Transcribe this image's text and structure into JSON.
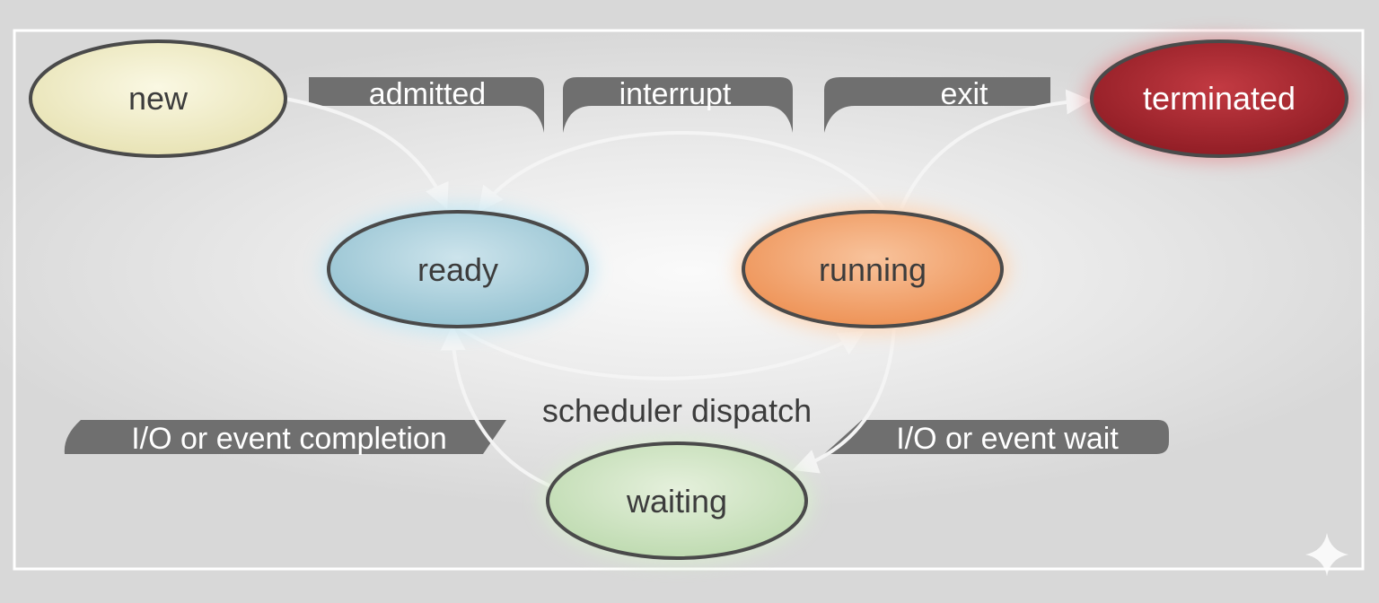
{
  "states": {
    "new": "new",
    "ready": "ready",
    "running": "running",
    "waiting": "waiting",
    "terminated": "terminated"
  },
  "transitions": {
    "admitted": "admitted",
    "interrupt": "interrupt",
    "exit": "exit",
    "scheduler_dispatch": "scheduler dispatch",
    "io_completion": "I/O or event completion",
    "io_wait": "I/O or event wait"
  },
  "colors": {
    "new": "#f0ecc4",
    "ready": "#a9cfdb",
    "running": "#f3a66d",
    "waiting": "#cfe4c4",
    "terminated": "#a8262e",
    "tab": "#6f6f6f",
    "outline": "#4a4a4a",
    "arrow": "#f4f4f4"
  },
  "icons": {
    "corner": "sparkle-icon"
  }
}
